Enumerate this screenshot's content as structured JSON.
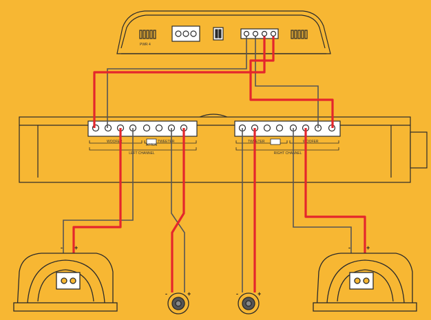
{
  "amplifier": {
    "label": "PWR 4"
  },
  "crossover": {
    "left": {
      "woofer_label": "WOOFER",
      "tweeter_label": "TWEETER",
      "channel_label": "LEFT CHANNEL",
      "attenuation_label": "ATTEN"
    },
    "right": {
      "tweeter_label": "TWEETER",
      "woofer_label": "WOOFER",
      "channel_label": "RIGHT CHANNEL"
    }
  },
  "speakers": {
    "woofer_left": {
      "neg": "-",
      "pos": "+"
    },
    "woofer_right": {
      "neg": "-",
      "pos": "+"
    },
    "tweeter_left": {
      "neg": "-",
      "pos": "+"
    },
    "tweeter_right": {
      "neg": "-",
      "pos": "+"
    }
  },
  "colors": {
    "background": "#f7b733",
    "positive_wire": "#e4262c",
    "negative_wire": "#555555",
    "outline": "#2a2a2a"
  }
}
